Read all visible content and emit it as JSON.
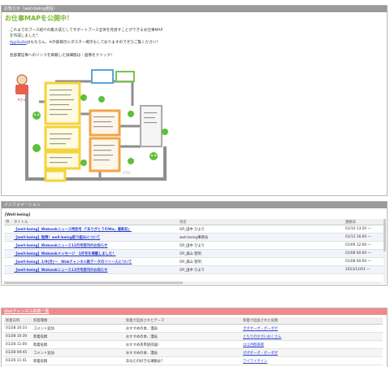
{
  "notice_panel": {
    "header": "お知らせ（well-being通信）",
    "title": "お仕事MAPを公開中！",
    "lines": [
      "これまでのブース紹介の集大成としてサポートブース全体を見渡すことができるお仕事MAP",
      "を作成しました！",
      "Appsuiteはもちろん、※外部掲示にポスター掲示もしておりますのでぜひご覧ください！",
      "各部署記事へのリンクを掲載した詳細版は｜画像をクリック！"
    ],
    "appsuite_link": "AppSuite",
    "map_labels": {
      "person": "Aさん",
      "caption": "ともに"
    }
  },
  "info_panel": {
    "header": "インフォメーション",
    "subtitle": "[Well-being]",
    "columns": {
      "title": "タイトル",
      "name": "氏名",
      "date": "連絡日"
    },
    "rows": [
      {
        "title": "【well-being】Wakwakニュース特別号（「ありがとうのWa」最新記」",
        "name": "OP_田中 ひより",
        "date": "01/14 13:20 —"
      },
      {
        "title": "【well-being】復興！well-being取り組みについて",
        "name": "well-being事務局",
        "date": "01/13 16:00 —"
      },
      {
        "title": "【well-being】Wakwakニュース12月号発刊のお知らせ",
        "name": "OP_田中 ひより",
        "date": "01/09 12:00 —"
      },
      {
        "title": "【well-being】Wakwakメッセージ　1月号を掲載しました！",
        "name": "OP_森山 智明",
        "date": "01/08 00:00 —"
      },
      {
        "title": "【well-being】1/9(月)～　Wakチャンネル新データのリリースについて",
        "name": "OP_森山 智明",
        "date": "01/08 00:00 —"
      },
      {
        "title": "【well-being】Wakwakニュース12月号発刊のお知らせ",
        "name": "OP_田中 ひより",
        "date": "2023/12/01 —"
      }
    ]
  },
  "wak_panel": {
    "header": "Wakチャンネル新着一覧",
    "columns": [
      "新着日時",
      "新着種類",
      "新着が追加されたテーマ",
      "新着が追加された投稿"
    ],
    "rows": [
      {
        "time": "01/28 10:33",
        "type": "コメント追加",
        "theme": "おすすめの本、漫画",
        "post": "ポポポーポ・ポーポポ"
      },
      {
        "time": "01/28 10:30",
        "type": "新着投稿",
        "theme": "おすすめの本、漫画",
        "post": "とちりのかがいおくさん"
      },
      {
        "time": "01/28 11:00",
        "type": "新着投稿",
        "theme": "おすすめ英単語持論！",
        "post": "ほほ西郡基礎"
      },
      {
        "time": "01/28 09:45",
        "type": "コメント追加",
        "theme": "おすすめの本、漫画",
        "post": "ポポポーポ・ポーポポ"
      },
      {
        "time": "01/26 11:41",
        "type": "新着投稿",
        "theme": "あなたの好きな運動は？",
        "post": "ワイワイサイン"
      }
    ]
  }
}
